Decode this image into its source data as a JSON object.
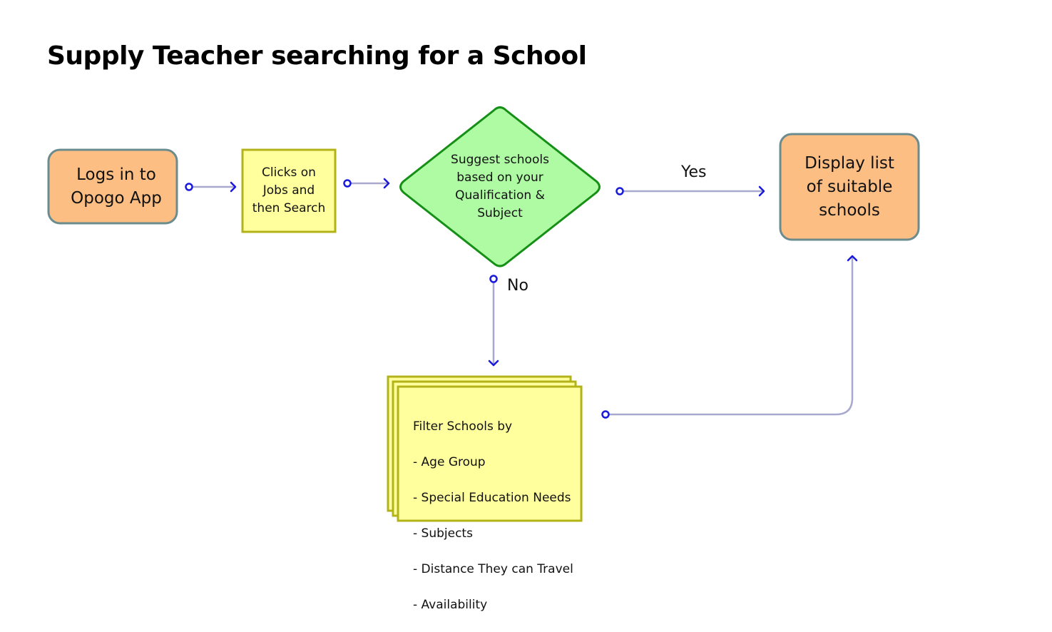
{
  "title": "Supply Teacher searching for a School",
  "colors": {
    "terminal_fill": "#fdbe84",
    "terminal_stroke": "#6b8c8e",
    "process_fill": "#ffff9e",
    "process_stroke": "#b3b319",
    "decision_fill": "#aefba4",
    "decision_stroke": "#168f16",
    "connector": "#a9a9cf",
    "arrow": "#1a1adc"
  },
  "nodes": {
    "login": {
      "text": "Logs in to\nOpogo App",
      "shape": "rounded-rectangle"
    },
    "search": {
      "text": "Clicks on\nJobs and\nthen Search",
      "shape": "rectangle"
    },
    "suggest": {
      "text": "Suggest schools\nbased on your\nQualification &\nSubject",
      "shape": "diamond"
    },
    "display": {
      "text": "Display list\nof suitable\nschools",
      "shape": "rounded-rectangle"
    },
    "filter": {
      "shape": "stacked-rectangles",
      "heading": "Filter Schools by",
      "items": [
        "- Age Group",
        "- Special Education Needs",
        "- Subjects",
        "- Distance They can Travel",
        "- Availability"
      ]
    }
  },
  "edges": {
    "yes_label": "Yes",
    "no_label": "No"
  }
}
